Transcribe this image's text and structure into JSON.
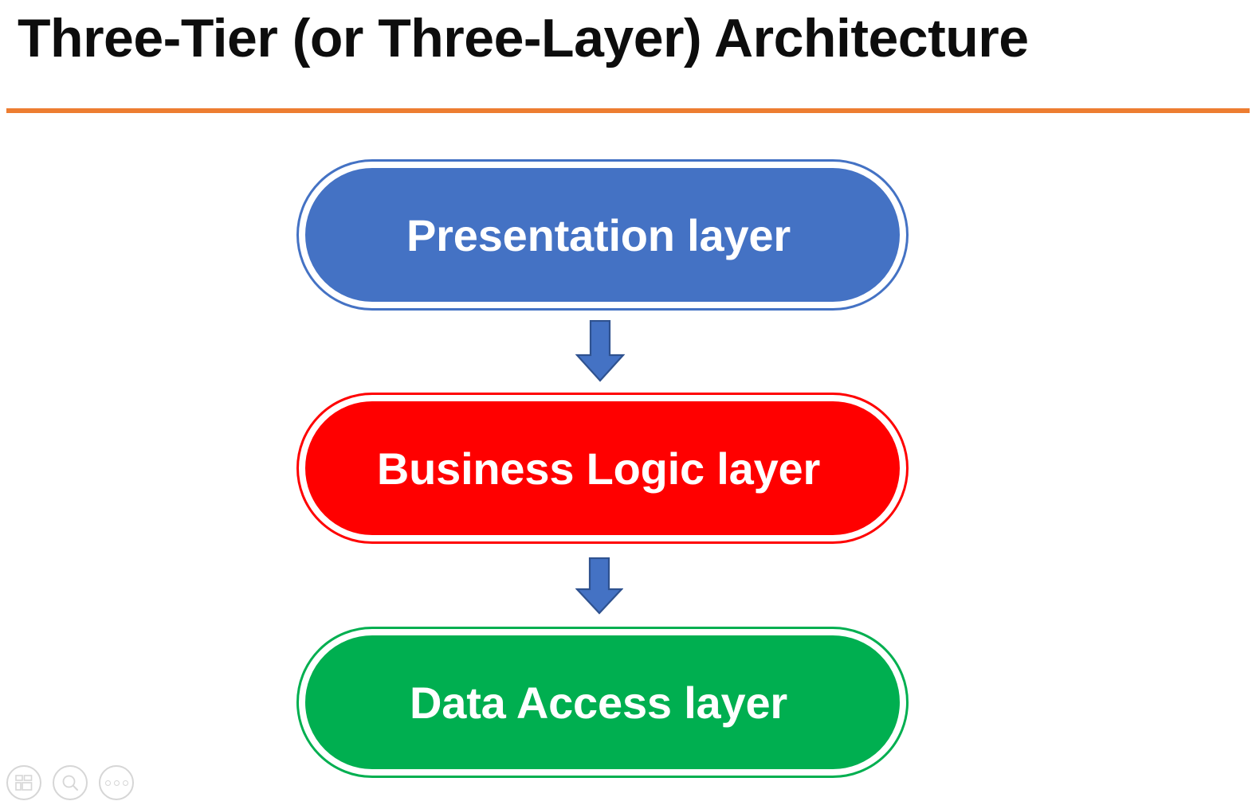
{
  "slide": {
    "title": "Three-Tier (or Three-Layer) Architecture",
    "accent_rule_color": "#ED7D31",
    "background_color": "#FFFFFF",
    "title_color": "#0D0D0D"
  },
  "diagram": {
    "type": "flow",
    "direction": "top-to-bottom",
    "layers": [
      {
        "id": "presentation",
        "label": "Presentation layer",
        "fill_color": "#4472C4",
        "outline_color": "#4472C4",
        "text_color": "#FFFFFF",
        "order": 1
      },
      {
        "id": "business-logic",
        "label": "Business Logic layer",
        "fill_color": "#FF0000",
        "outline_color": "#FF0000",
        "text_color": "#FFFFFF",
        "order": 2
      },
      {
        "id": "data-access",
        "label": "Data Access layer",
        "fill_color": "#00AF50",
        "outline_color": "#00AF50",
        "text_color": "#FFFFFF",
        "order": 3
      }
    ],
    "connectors": [
      {
        "id": "arrow-presentation-to-business",
        "from": "presentation",
        "to": "business-logic",
        "shape": "down-arrow",
        "fill_color": "#4472C4",
        "outline_color": "#2F528F"
      },
      {
        "id": "arrow-business-to-data",
        "from": "business-logic",
        "to": "data-access",
        "shape": "down-arrow",
        "fill_color": "#4472C4",
        "outline_color": "#2F528F"
      }
    ]
  },
  "controls": {
    "items": [
      {
        "id": "all-slides",
        "icon": "slides-grid-icon"
      },
      {
        "id": "zoom",
        "icon": "magnifier-icon"
      },
      {
        "id": "more-options",
        "icon": "more-options-icon"
      }
    ],
    "color": "#D6D6D6"
  }
}
